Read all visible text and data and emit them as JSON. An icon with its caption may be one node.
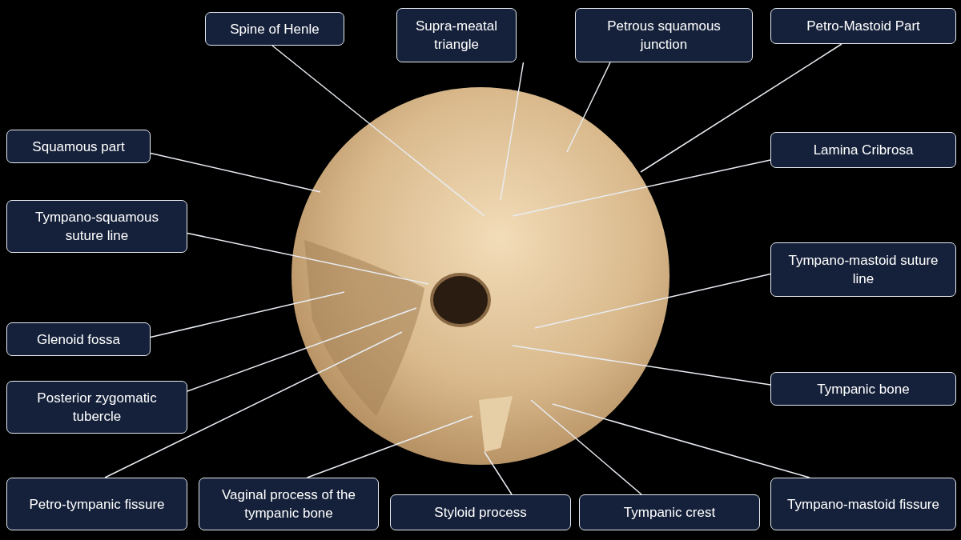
{
  "diagram": {
    "nodes": [
      {
        "text": [
          "Spine of Henle"
        ]
      },
      {
        "text": [
          "Supra-meatal triangle"
        ]
      },
      {
        "text": [
          "Petrous squamous junction"
        ]
      },
      {
        "text": [
          "Petro-Mastoid Part"
        ]
      },
      {
        "text": [
          "Squamous part"
        ]
      },
      {
        "text": [
          "Lamina Cribrosa"
        ]
      },
      {
        "text": [
          "Tympano-squamous suture line"
        ]
      },
      {
        "text": [
          "Tympano-mastoid suture line"
        ]
      },
      {
        "text": [
          "Glenoid fossa"
        ]
      },
      {
        "text": [
          "Tympanic bone"
        ]
      },
      {
        "text": [
          "Posterior zygomatic tubercle"
        ]
      },
      {
        "text": [
          "Petro-tympanic fissure"
        ]
      },
      {
        "text": [
          "Vaginal process of the tympanic bone"
        ]
      },
      {
        "text": [
          "Styloid process"
        ]
      },
      {
        "text": [
          "Tympanic crest"
        ]
      },
      {
        "text": [
          "Tympano-mastoid fissure"
        ]
      }
    ],
    "edges": [
      {
        "from": 0,
        "to": null,
        "arrow": "none"
      },
      {
        "from": 1,
        "to": null,
        "arrow": "none"
      },
      {
        "from": 2,
        "to": null,
        "arrow": "none"
      },
      {
        "from": 3,
        "to": null,
        "arrow": "none"
      },
      {
        "from": 4,
        "to": null,
        "arrow": "none"
      },
      {
        "from": 5,
        "to": null,
        "arrow": "none"
      },
      {
        "from": 6,
        "to": null,
        "arrow": "none"
      },
      {
        "from": 7,
        "to": null,
        "arrow": "none"
      },
      {
        "from": 8,
        "to": null,
        "arrow": "none"
      },
      {
        "from": 9,
        "to": null,
        "arrow": "none"
      },
      {
        "from": 10,
        "to": null,
        "arrow": "none"
      },
      {
        "from": 11,
        "to": null,
        "arrow": "none"
      },
      {
        "from": 12,
        "to": null,
        "arrow": "none"
      },
      {
        "from": 13,
        "to": null,
        "arrow": "none"
      },
      {
        "from": 14,
        "to": null,
        "arrow": "none"
      },
      {
        "from": 15,
        "to": null,
        "arrow": "none"
      }
    ]
  }
}
